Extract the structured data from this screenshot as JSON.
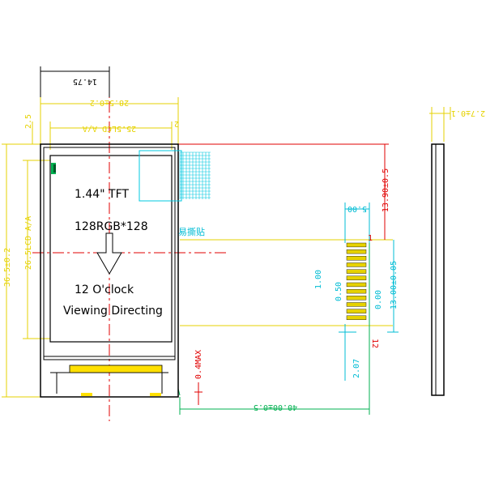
{
  "colors": {
    "outline": "#000000",
    "dim_yellow": "#e6d200",
    "dim_red": "#e00000",
    "dim_green": "#00b050",
    "dim_cyan": "#00bcd4",
    "fpc_yellow": "#ffe000",
    "fpc_pad": "#e6d200",
    "logo_cyan": "#00c8e0"
  },
  "dimensions": {
    "top_14_75": "14.75",
    "outline_width": "28.5±0.2",
    "active_width": "25.5LCD A/A",
    "left_gap": "2",
    "top_gap": "2.5",
    "outline_height": "36.5±0.2",
    "active_height": "26.5LCD A/A",
    "pitch_5_00": "5.00",
    "offset_13_90": "13.90±0.5",
    "pin_1_00": "1.00",
    "pin_0_50": "0.50",
    "pin_0_00": "0.00",
    "pin_13_00": "13.00±0.05",
    "pin_2_07": "2.07",
    "thickness_0_4": "0.4MAX",
    "fpc_length": "40.00±0.5",
    "side_thickness": "2.7±0.1",
    "pin_label_1": "1",
    "pin_label_12": "12"
  },
  "lcd": {
    "line1": "1.44\" TFT",
    "line2": "128RGB*128",
    "line3": "12  O'clock",
    "line4": "Viewing  Directing"
  },
  "labels": {
    "logo_text": "易撕贴"
  },
  "fpc": {
    "pin_count": 12
  }
}
